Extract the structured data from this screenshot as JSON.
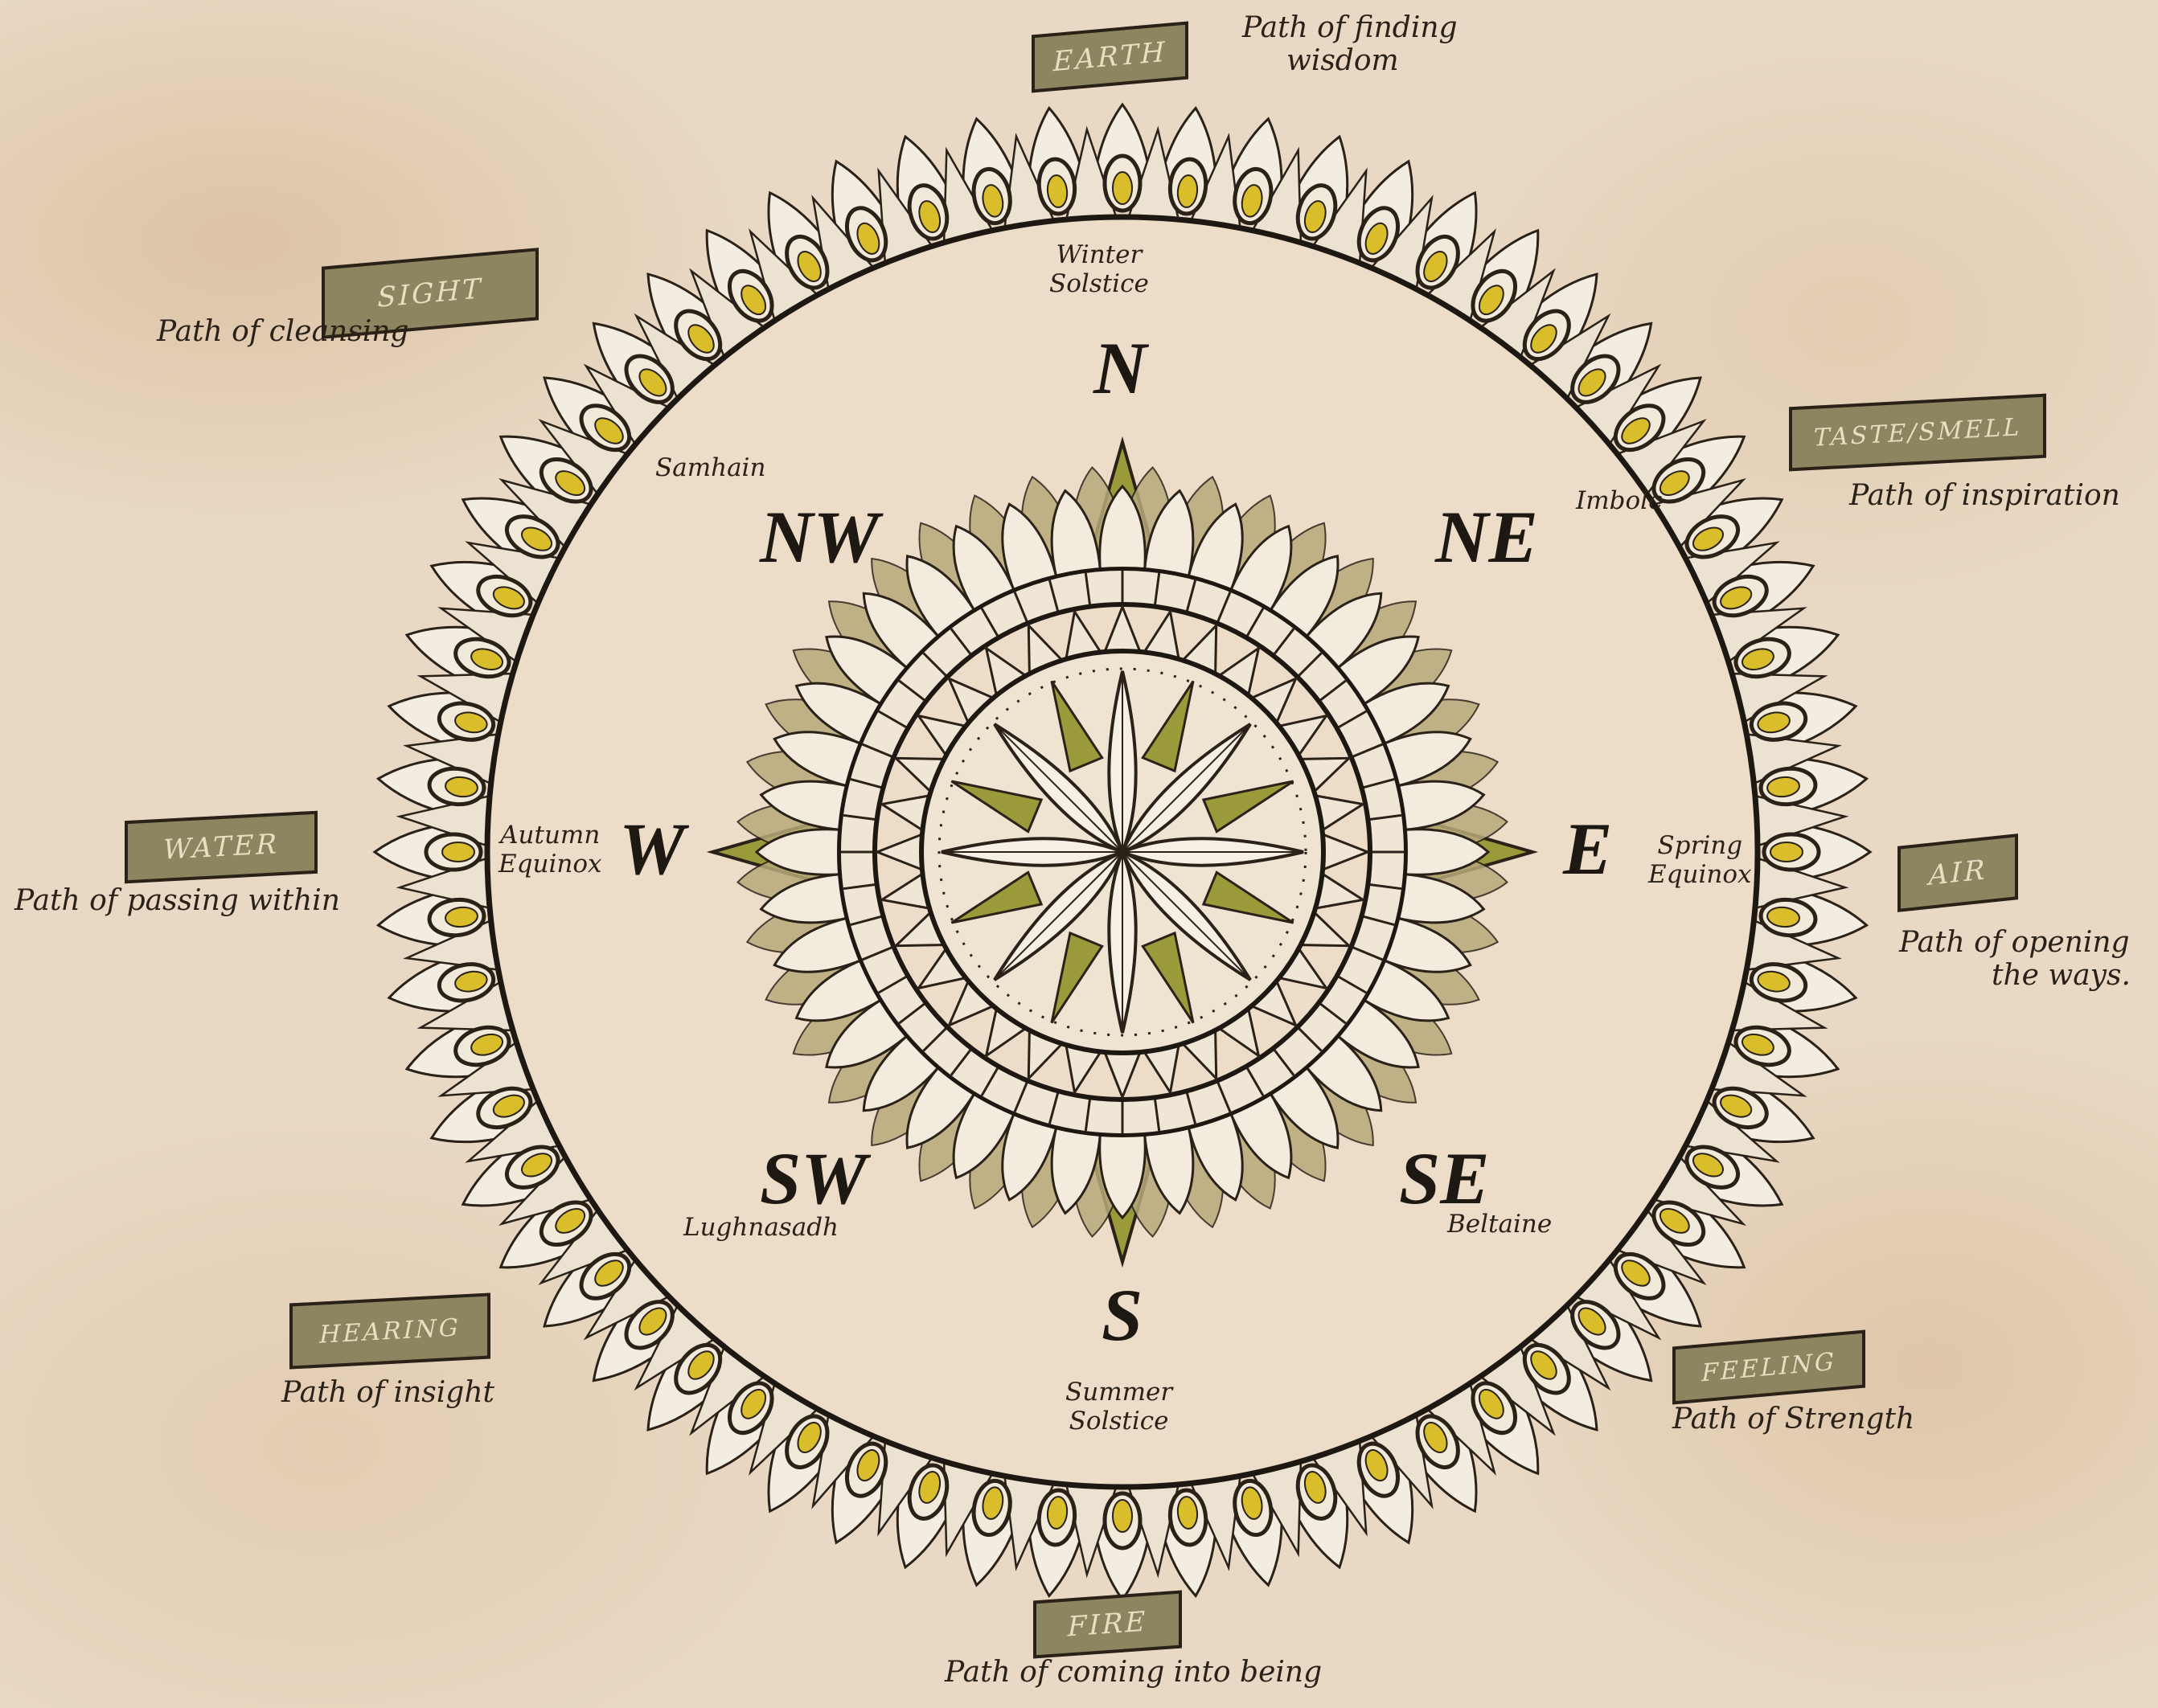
{
  "compass": {
    "directions": {
      "n": "N",
      "ne": "NE",
      "e": "E",
      "se": "SE",
      "s": "S",
      "sw": "SW",
      "w": "W",
      "nw": "NW"
    },
    "festivals": {
      "winter": [
        "Winter",
        "Solstice"
      ],
      "summer": [
        "Summer",
        "Solstice"
      ],
      "autumn": [
        "Autumn",
        "Equinox"
      ],
      "spring": [
        "Spring",
        "Equinox"
      ],
      "samhain": "Samhain",
      "imbolc": "Imbolc",
      "lughnasadh": "Lughnasadh",
      "beltaine": "Beltaine"
    }
  },
  "elements": {
    "earth": {
      "banner": "EARTH",
      "path": [
        "Path of finding",
        "wisdom"
      ]
    },
    "sight": {
      "banner": "SIGHT",
      "path": [
        "Path of cleansing"
      ]
    },
    "taste": {
      "banner": "TASTE/SMELL",
      "path": [
        "Path of inspiration"
      ]
    },
    "water": {
      "banner": "WATER",
      "path": [
        "Path of passing within"
      ]
    },
    "air": {
      "banner": "AIR",
      "path": [
        "Path of opening",
        "the ways."
      ]
    },
    "hearing": {
      "banner": "HEARING",
      "path": [
        "Path of insight"
      ]
    },
    "feeling": {
      "banner": "FEELING",
      "path": [
        "Path of Strength"
      ]
    },
    "fire": {
      "banner": "FIRE",
      "path": [
        "Path of coming into being"
      ]
    }
  },
  "colors": {
    "paper": "#e9d8c3",
    "ink": "#2a2118",
    "yellow": "#d9bd2a",
    "olive": "#9a9a3a",
    "banner": "#8c8560"
  }
}
